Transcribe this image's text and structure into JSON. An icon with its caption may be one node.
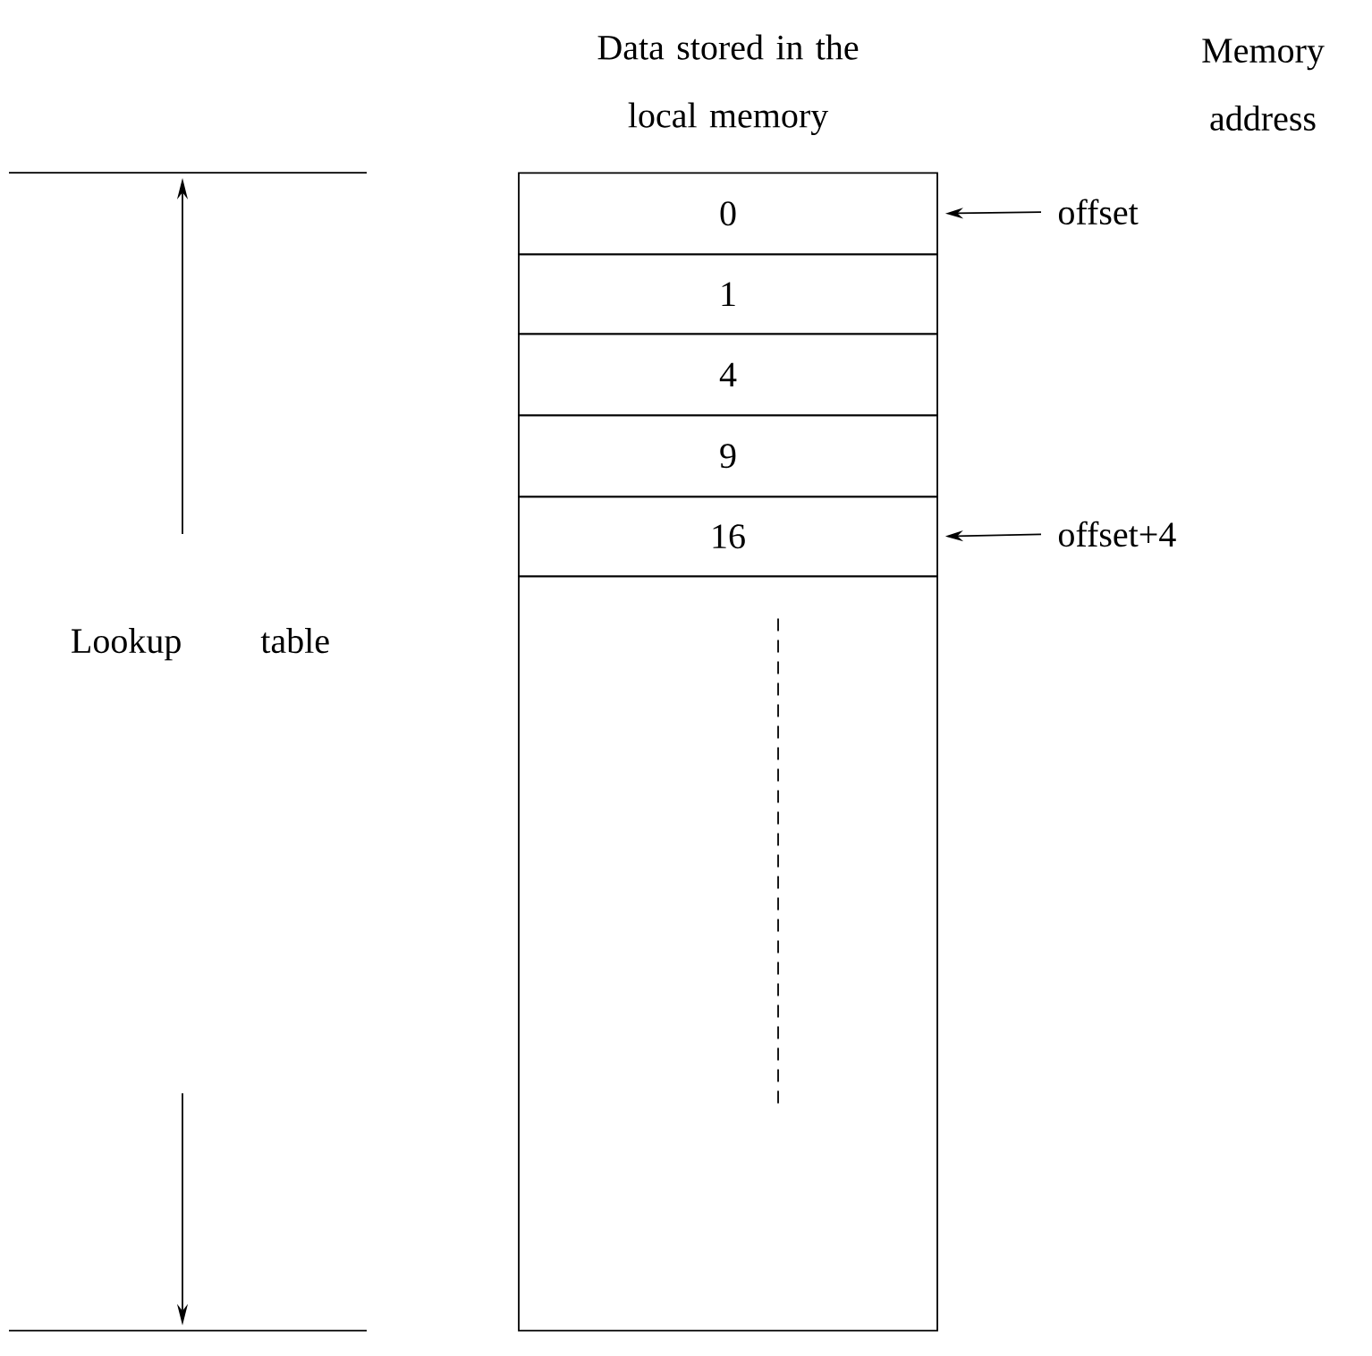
{
  "diagram": {
    "nodes": [
      {
        "text": [
          "0"
        ]
      },
      {
        "text": [
          "1"
        ]
      },
      {
        "text": [
          "4"
        ]
      },
      {
        "text": [
          "9"
        ]
      },
      {
        "text": [
          "16"
        ]
      },
      {
        "text": [],
        "shape": "box"
      },
      {
        "text": [
          "offset"
        ]
      },
      {
        "text": [
          "offset+4"
        ]
      }
    ],
    "edges": [
      {
        "from": 6,
        "to": 0,
        "arrow": "to"
      },
      {
        "from": 7,
        "to": 4,
        "arrow": "to"
      }
    ],
    "labels": [
      "Data stored in the local memory",
      "Memory address",
      "Lookup table"
    ]
  }
}
